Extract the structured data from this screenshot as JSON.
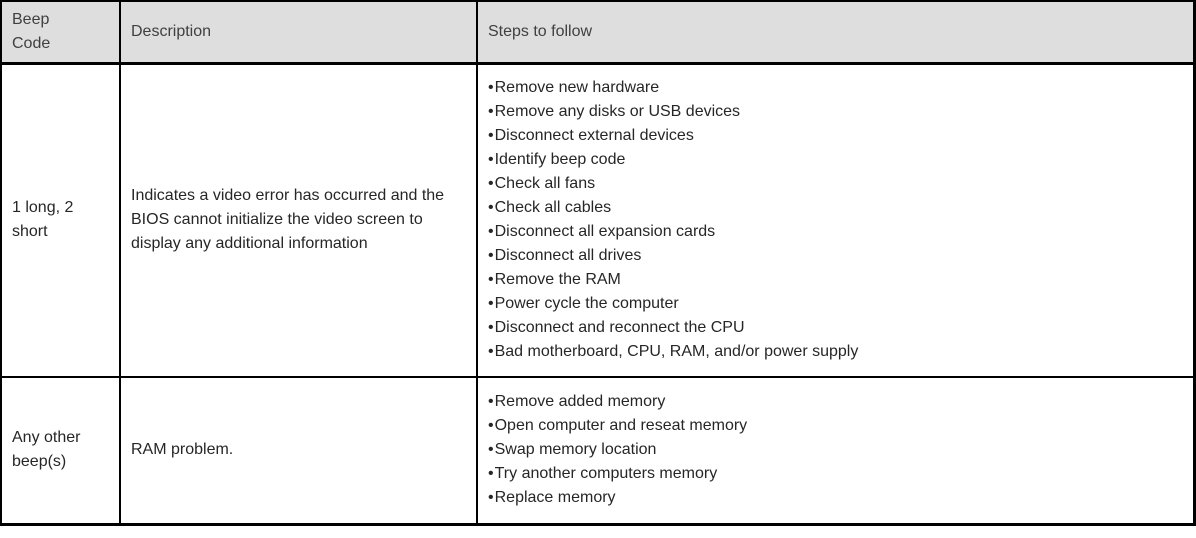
{
  "colors": {
    "header_bg": "#dedede",
    "border": "#000000",
    "header_text": "#404040",
    "body_text": "#262626"
  },
  "table": {
    "headers": [
      "Beep Code",
      "Description",
      "Steps to follow"
    ],
    "rows": [
      {
        "beep_code": "1 long, 2 short",
        "description": "Indicates a video error has occurred and the BIOS cannot initialize the video screen to display any additional information",
        "steps": [
          "Remove new hardware",
          "Remove any disks or USB devices",
          "Disconnect external devices",
          "Identify beep code",
          "Check all fans",
          "Check all cables",
          "Disconnect all expansion cards",
          "Disconnect all drives",
          "Remove the RAM",
          "Power cycle the computer",
          "Disconnect and reconnect the CPU",
          "Bad motherboard, CPU, RAM, and/or power supply"
        ]
      },
      {
        "beep_code": "Any other beep(s)",
        "description": "RAM problem.",
        "steps": [
          "Remove added memory",
          "Open computer and reseat memory",
          "Swap memory location",
          "Try another computers memory",
          "Replace memory"
        ]
      }
    ]
  }
}
